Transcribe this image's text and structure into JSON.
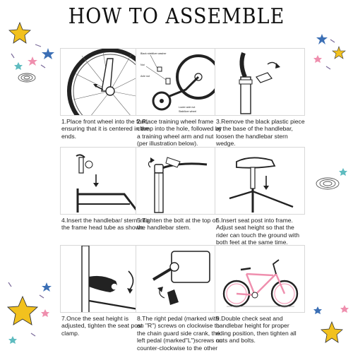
{
  "page": {
    "title": "HOW TO ASSEMBLE"
  },
  "steps": [
    {
      "id": "step-1",
      "caption": "1.Place front wheel into the fork, ensuring that it is centered in the ends.",
      "illustration_labels": []
    },
    {
      "id": "step-2",
      "caption": "2.Place training wheel frame clamp into the hole, followed by a training wheel arm and nut (per illustration below).",
      "illustration_labels": [
        "Black stabilizer washer",
        "Nut",
        "Axle nut",
        "Lower axle nut",
        "Stabilizer wheel"
      ]
    },
    {
      "id": "step-3",
      "caption": "3.Remove the black plastic piece at the base of the handlebar, loosen the handlebar stern wedge.",
      "illustration_labels": []
    },
    {
      "id": "step-4",
      "caption": "4.Insert the handlebar/ stern into the frame head tube as shown.",
      "illustration_labels": []
    },
    {
      "id": "step-5",
      "caption": "5.Tighten the bolt at the top of the handlebar stem.",
      "illustration_labels": []
    },
    {
      "id": "step-6",
      "caption": "6.Insert seat post into frame. Adjust seat height so that the rider can touch the ground with both feet at the same time.",
      "illustration_labels": []
    },
    {
      "id": "step-7",
      "caption": "7.Once the seat height is adjusted, tighten the seat post clamp.",
      "illustration_labels": []
    },
    {
      "id": "step-8",
      "caption": "8.The right pedal (marked with an \"R\") screws on clockwise to the chain guard side crank, the left pedal (marked\"L\")screws on counter-clockwise to the other side.",
      "illustration_labels": []
    },
    {
      "id": "step-9",
      "caption": "9.Double check seat and handlebar height for proper riding position, then tighten all nuts and bolts.",
      "illustration_labels": []
    }
  ],
  "colors": {
    "star_yellow": "#f2c11e",
    "star_blue": "#3b6fb5",
    "star_pink": "#ef8fae",
    "star_teal": "#5fbcc0",
    "line": "#333333",
    "panel_border": "#d8d8d8"
  }
}
